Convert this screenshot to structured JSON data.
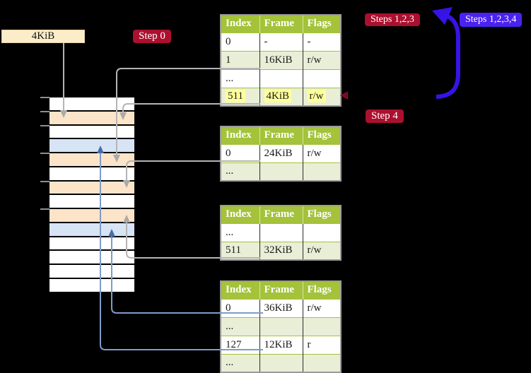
{
  "labels": {
    "page_size": "4KiB",
    "step0": "Step 0",
    "steps123": "Steps 1,2,3",
    "steps1234": "Steps 1,2,3,4",
    "step4": "Step 4"
  },
  "colors": {
    "background": "#000000",
    "badge_red": "#ac102f",
    "badge_blue_violet": "#4b22f0",
    "big_arrow_blue": "#3813e6",
    "connector_gray": "#b5b5b5",
    "connector_blue": "#7e9bc9",
    "table_header_green": "#a4c23a",
    "table_alt_row_green": "#e9efd7",
    "highlight_yellow": "#ffff9c",
    "frame_pagetable_peach": "#fce4c9",
    "frame_data_blue": "#d7e4f6",
    "frame_free_white": "#ffffff",
    "label_box_wheat": "#fbedca"
  },
  "page_tables": [
    {
      "name": "top-level-page-table",
      "columns": [
        "Index",
        "Frame",
        "Flags"
      ],
      "rows": [
        {
          "cells": [
            "0",
            "-",
            "-"
          ],
          "highlight": false
        },
        {
          "cells": [
            "1",
            "16KiB",
            "r/w"
          ],
          "highlight": false
        },
        {
          "cells": [
            "...",
            "",
            ""
          ],
          "highlight": false
        },
        {
          "cells": [
            "511",
            "4KiB",
            "r/w"
          ],
          "highlight": true
        }
      ]
    },
    {
      "name": "second-level-page-table",
      "columns": [
        "Index",
        "Frame",
        "Flags"
      ],
      "rows": [
        {
          "cells": [
            "0",
            "24KiB",
            "r/w"
          ],
          "highlight": false
        },
        {
          "cells": [
            "...",
            "",
            ""
          ],
          "highlight": false
        }
      ]
    },
    {
      "name": "third-level-page-table",
      "columns": [
        "Index",
        "Frame",
        "Flags"
      ],
      "rows": [
        {
          "cells": [
            "...",
            "",
            ""
          ],
          "highlight": false
        },
        {
          "cells": [
            "511",
            "32KiB",
            "r/w"
          ],
          "highlight": false
        }
      ]
    },
    {
      "name": "fourth-level-page-table",
      "columns": [
        "Index",
        "Frame",
        "Flags"
      ],
      "rows": [
        {
          "cells": [
            "0",
            "36KiB",
            "r/w"
          ],
          "highlight": false
        },
        {
          "cells": [
            "...",
            "",
            ""
          ],
          "highlight": false
        },
        {
          "cells": [
            "127",
            "12KiB",
            "r"
          ],
          "highlight": false
        },
        {
          "cells": [
            "...",
            "",
            ""
          ],
          "highlight": false
        }
      ]
    }
  ],
  "memory_strip": {
    "frames": [
      {
        "kib": 0,
        "kind": "free"
      },
      {
        "kib": 4,
        "kind": "pagetable"
      },
      {
        "kib": 8,
        "kind": "free"
      },
      {
        "kib": 12,
        "kind": "data"
      },
      {
        "kib": 16,
        "kind": "pagetable"
      },
      {
        "kib": 20,
        "kind": "free"
      },
      {
        "kib": 24,
        "kind": "pagetable"
      },
      {
        "kib": 28,
        "kind": "free"
      },
      {
        "kib": 32,
        "kind": "pagetable"
      },
      {
        "kib": 36,
        "kind": "data"
      },
      {
        "kib": 40,
        "kind": "free"
      },
      {
        "kib": 44,
        "kind": "free"
      },
      {
        "kib": 48,
        "kind": "free"
      },
      {
        "kib": 52,
        "kind": "free"
      }
    ],
    "tick_rows": [
      0,
      1,
      2,
      4,
      6,
      8
    ]
  }
}
